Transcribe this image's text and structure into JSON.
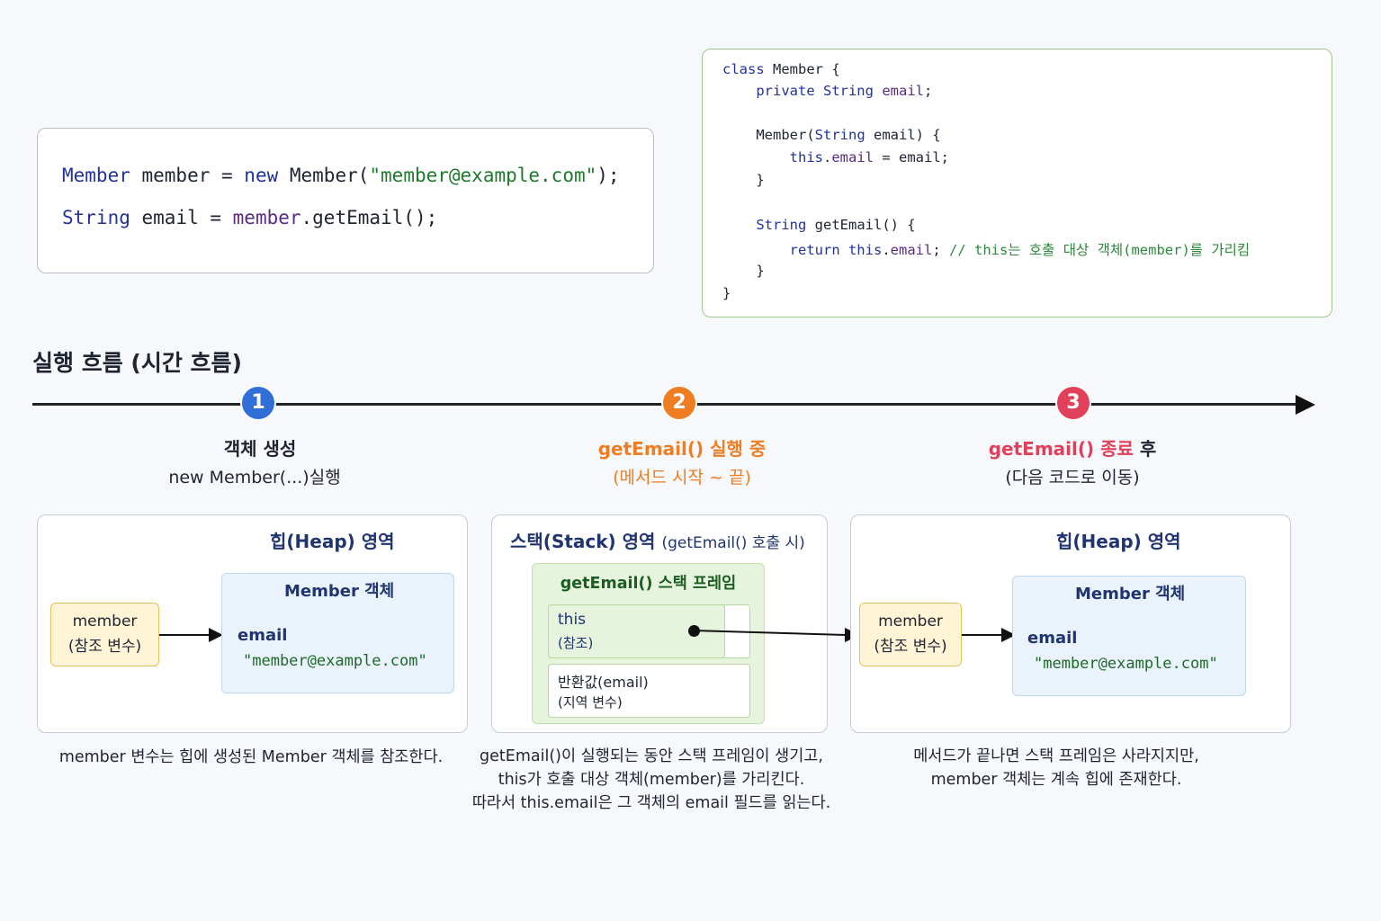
{
  "usage_code": {
    "line1": [
      {
        "t": "Member",
        "c": "kw"
      },
      {
        "t": " member = ",
        "c": ""
      },
      {
        "t": "new",
        "c": "kw"
      },
      {
        "t": " Member(",
        "c": ""
      },
      {
        "t": "\"member@example.com\"",
        "c": "str"
      },
      {
        "t": ");",
        "c": ""
      }
    ],
    "line2": [
      {
        "t": "String",
        "c": "kw"
      },
      {
        "t": " email = ",
        "c": ""
      },
      {
        "t": "member",
        "c": "id"
      },
      {
        "t": ".getEmail();",
        "c": ""
      }
    ]
  },
  "class_code": [
    [
      {
        "t": "class",
        "c": "kw"
      },
      {
        "t": " Member {",
        "c": ""
      }
    ],
    [
      {
        "t": "    private String",
        "c": "kw"
      },
      {
        "t": " ",
        "c": ""
      },
      {
        "t": "email",
        "c": "id"
      },
      {
        "t": ";",
        "c": ""
      }
    ],
    [
      {
        "t": "    Member(",
        "c": ""
      },
      {
        "t": "String",
        "c": "kw"
      },
      {
        "t": " email) {",
        "c": ""
      }
    ],
    [
      {
        "t": "        this",
        "c": "kw"
      },
      {
        "t": ".",
        "c": ""
      },
      {
        "t": "email",
        "c": "id"
      },
      {
        "t": " = email;",
        "c": ""
      }
    ],
    [
      {
        "t": "    }",
        "c": ""
      }
    ],
    [
      {
        "t": "    String",
        "c": "kw"
      },
      {
        "t": " getEmail() {",
        "c": ""
      }
    ],
    [
      {
        "t": "        return this",
        "c": "kw"
      },
      {
        "t": ".",
        "c": ""
      },
      {
        "t": "email",
        "c": "id"
      },
      {
        "t": "; ",
        "c": ""
      },
      {
        "t": "// this는 호출 대상 객체(member)를 가리킴",
        "c": "cm"
      }
    ],
    [
      {
        "t": "    }",
        "c": ""
      }
    ],
    [
      {
        "t": "}",
        "c": ""
      }
    ]
  ],
  "timeline": {
    "title": "실행 흐름 (시간 흐름)",
    "steps": [
      {
        "num": "1",
        "title": "객체 생성",
        "sub": "new Member(...)실행",
        "color": "#2f6fd6"
      },
      {
        "num": "2",
        "title": "getEmail() 실행 중",
        "sub": "(메서드 시작 ~ 끝)",
        "color": "#ef7d22"
      },
      {
        "num": "3",
        "title_a": "getEmail() 종료",
        "title_b": " 후",
        "sub": "(다음 코드로 이동)",
        "color": "#e0405a"
      }
    ]
  },
  "panel1": {
    "title": "힙(Heap) 영역",
    "ref_name": "member",
    "ref_desc": "(참조 변수)",
    "obj_title": "Member 객체",
    "field": "email",
    "value": "\"member@example.com\"",
    "caption": "member 변수는 힙에 생성된 Member 객체를 참조한다."
  },
  "panel2": {
    "title": "스택(Stack) 영역",
    "title_note": "(getEmail() 호출 시)",
    "frame_title": "getEmail() 스택 프레임",
    "this_label": "this",
    "this_desc": "(참조)",
    "ret_label": "반환값(email)",
    "ret_desc": "(지역 변수)",
    "caption_lines": [
      "getEmail()이 실행되는 동안 스택 프레임이 생기고,",
      "this가 호출 대상 객체(member)를 가리킨다.",
      "따라서 this.email은 그 객체의 email 필드를 읽는다."
    ]
  },
  "panel3": {
    "title": "힙(Heap) 영역",
    "ref_name": "member",
    "ref_desc": "(참조 변수)",
    "obj_title": "Member 객체",
    "field": "email",
    "value": "\"member@example.com\"",
    "caption_lines": [
      "메서드가 끝나면 스택 프레임은 사라지지만,",
      "member 객체는 계속 힙에 존재한다."
    ]
  }
}
